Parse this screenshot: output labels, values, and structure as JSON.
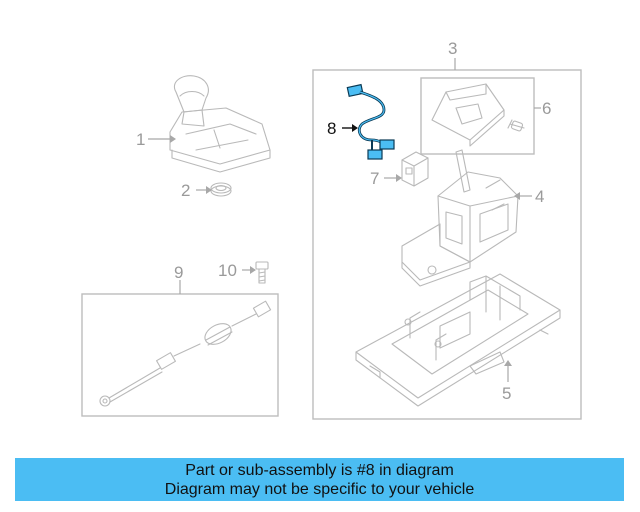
{
  "callouts": {
    "c1": "1",
    "c2": "2",
    "c3": "3",
    "c4": "4",
    "c5": "5",
    "c6": "6",
    "c7": "7",
    "c8": "8",
    "c9": "9",
    "c10": "10"
  },
  "highlight_color": "#4bbdf3",
  "banner": {
    "line1": "Part or sub-assembly is #8 in diagram",
    "line2": "Diagram may not be specific to your vehicle",
    "background": "#4bbdf3"
  }
}
